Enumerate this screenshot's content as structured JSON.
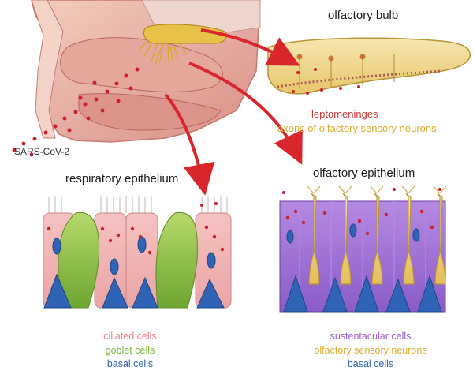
{
  "labels": {
    "olfactory_bulb": "olfactory bulb",
    "leptomeninges": "leptomeninges",
    "axons": "axons of olfactory sensory neurons",
    "sars": "SARS-CoV-2",
    "respiratory_epithelium": "respiratory epithelium",
    "olfactory_epithelium": "olfactory epithelium"
  },
  "legend_left": [
    {
      "text": "ciliated cells",
      "color": "#e8808a"
    },
    {
      "text": "goblet cells",
      "color": "#7cb63a"
    },
    {
      "text": "basal cells",
      "color": "#2f63b5"
    }
  ],
  "legend_right": [
    {
      "text": "sustentacular cells",
      "color": "#a05ad0"
    },
    {
      "text": "olfactory sensory neurons",
      "color": "#d9ad2a"
    },
    {
      "text": "basal cells",
      "color": "#2f63b5"
    }
  ],
  "colors": {
    "virus": "#cc1f2c",
    "arrow": "#d8262c",
    "nose_tissue": "#e7b3a8",
    "bulb_fill": "#f1dc95"
  }
}
